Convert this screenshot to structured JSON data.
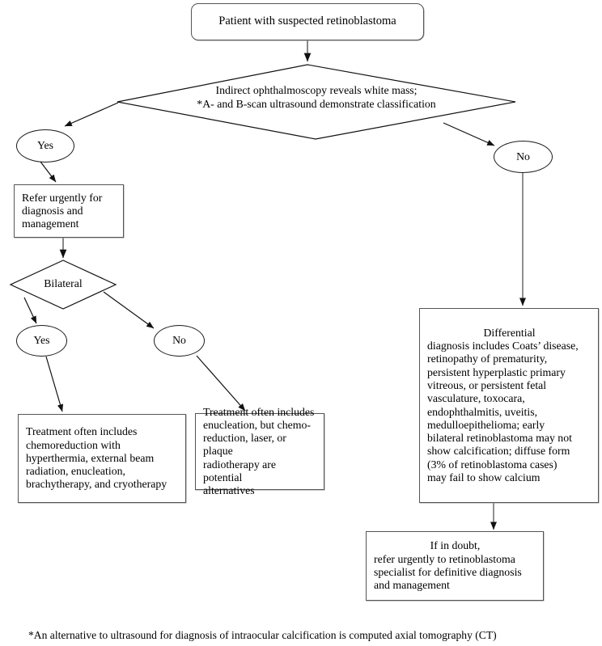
{
  "diagram": {
    "title": "Retinoblastoma diagnostic algorithm flowchart",
    "line_color": "#000000",
    "box_border_color": "#555555",
    "background": "#ffffff"
  },
  "nodes": {
    "start": {
      "shape": "rounded-rectangle",
      "text": "Patient with suspected retinoblastoma"
    },
    "decision_main": {
      "shape": "diamond",
      "text": "Indirect ophthalmoscopy reveals white mass;\n*A- and B-scan ultrasound demonstrate classification"
    },
    "yes_main": {
      "shape": "ellipse",
      "text": "Yes"
    },
    "no_main": {
      "shape": "ellipse",
      "text": "No"
    },
    "refer": {
      "shape": "rectangle",
      "text": "Refer urgently for\ndiagnosis and\nmanagement"
    },
    "decision_bilateral": {
      "shape": "diamond",
      "text": "Bilateral"
    },
    "yes_bilateral": {
      "shape": "ellipse",
      "text": "Yes"
    },
    "no_bilateral": {
      "shape": "ellipse",
      "text": "No"
    },
    "treatment_bilateral": {
      "shape": "rectangle",
      "text": "Treatment often includes\nchemoreduction with\nhyperthermia, external beam\nradiation, enucleation,\nbrachytherapy, and cryotherapy"
    },
    "treatment_unilateral": {
      "shape": "rectangle",
      "text": "Treatment often includes\nenucleation, but chemo-\nreduction, laser, or plaque\nradiotherapy are potential\nalternatives"
    },
    "differential": {
      "shape": "rectangle",
      "heading": "Differential",
      "text": "diagnosis includes Coats’ disease,\nretinopathy of prematurity,\npersistent hyperplastic primary\nvitreous, or persistent fetal\nvasculature, toxocara,\nendophthalmitis, uveitis,\nmedulloepithelioma; early\nbilateral retinoblastoma may not\nshow calcification; diffuse form\n(3% of retinoblastoma cases)\nmay fail to show calcium"
    },
    "if_in_doubt": {
      "shape": "rectangle",
      "heading": "If in doubt,",
      "text": "refer urgently to retinoblastoma\nspecialist for definitive diagnosis\nand management"
    }
  },
  "footnote": {
    "text": "*An alternative to ultrasound for diagnosis of intraocular calcification is computed axial tomography (CT)"
  }
}
